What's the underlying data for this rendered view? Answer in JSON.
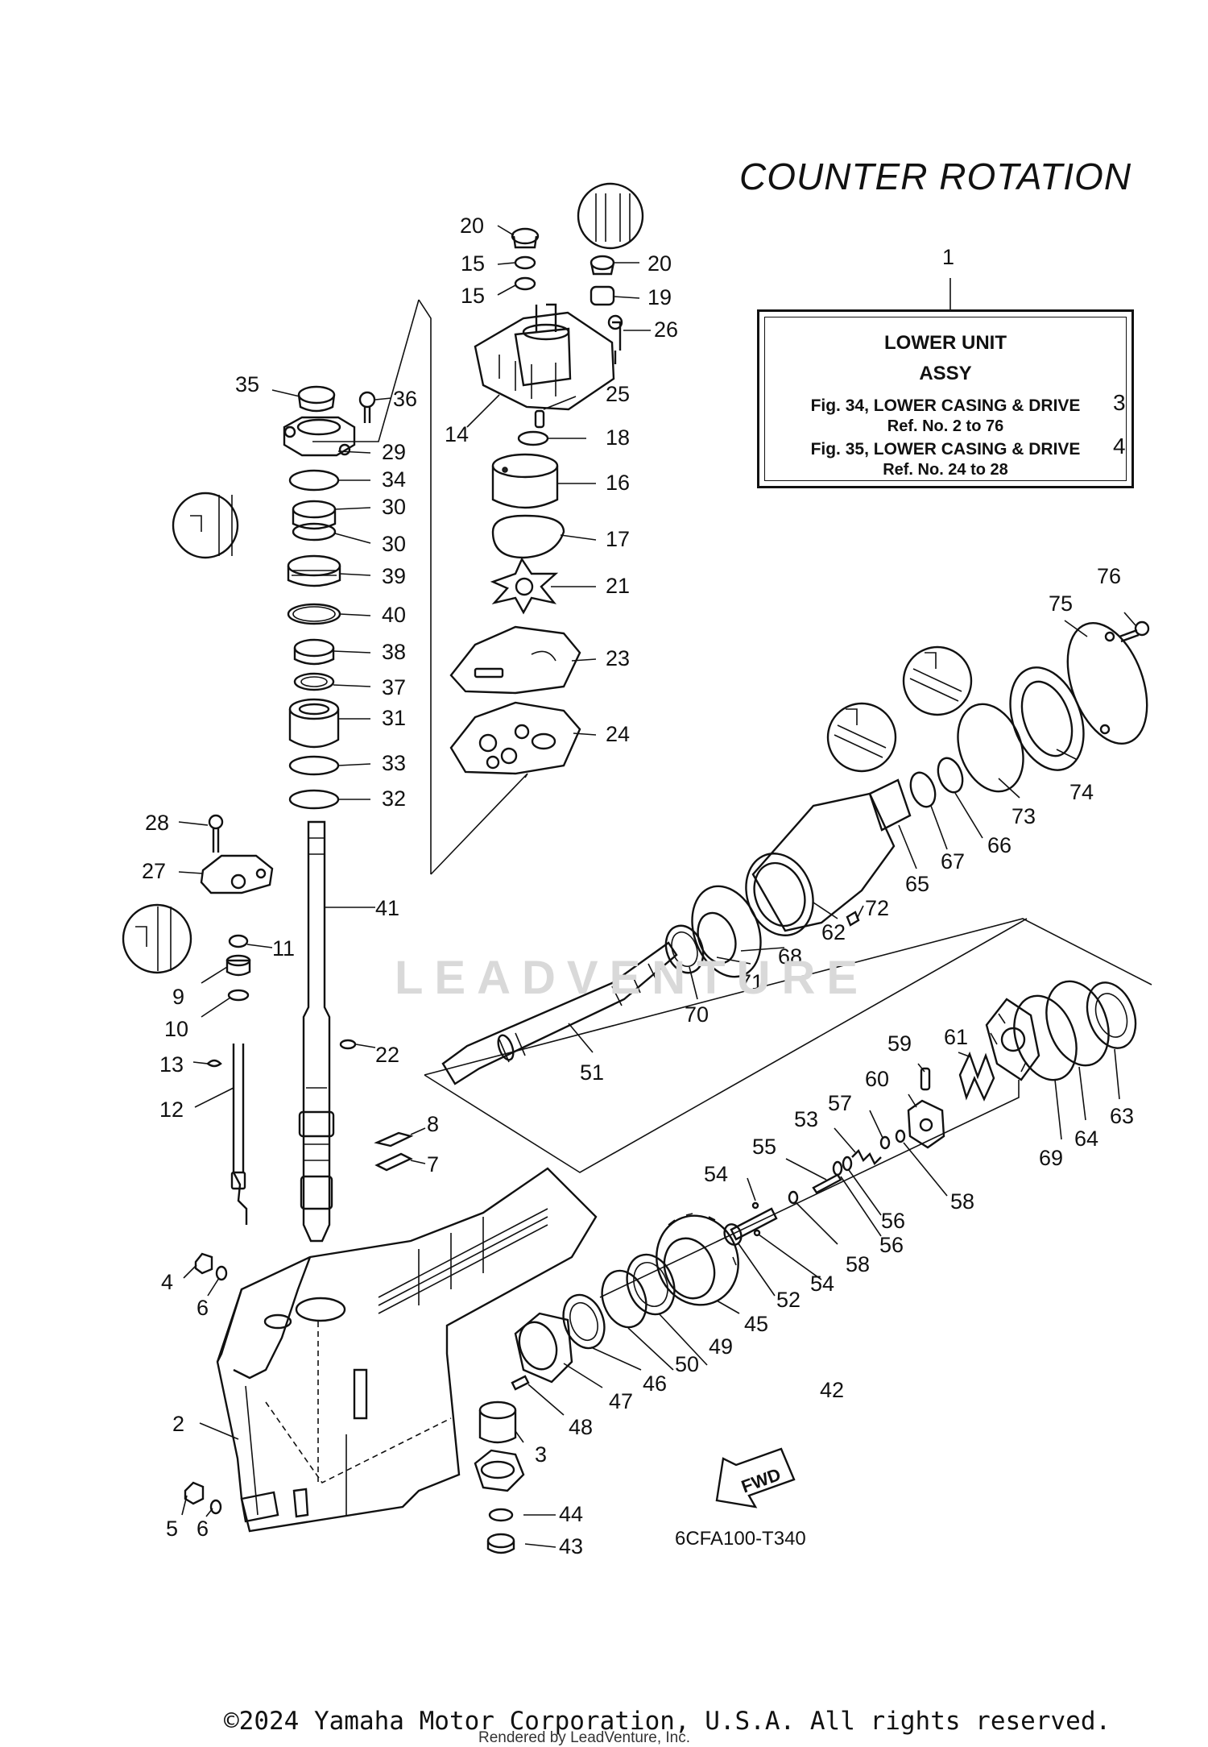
{
  "title": "COUNTER ROTATION",
  "infobox": {
    "ref_number": "1",
    "line1": "LOWER UNIT",
    "line2": "ASSY",
    "line3": "Fig. 34, LOWER CASING & DRIVE",
    "line3_suffix": "3",
    "line4": "Ref. No. 2 to 76",
    "line5": "Fig. 35, LOWER CASING & DRIVE",
    "line5_suffix": "4",
    "line6": "Ref. No. 24 to 28"
  },
  "figure_code": "6CFA100-T340",
  "fwd_label": "FWD",
  "watermark": "LEADVENTURE",
  "copyright": "©2024 Yamaha Motor Corporation, U.S.A. All rights reserved.",
  "rendered_by": "Rendered by LeadVenture, Inc.",
  "callouts": [
    "20",
    "15",
    "15",
    "20",
    "19",
    "26",
    "14",
    "25",
    "18",
    "16",
    "17",
    "21",
    "23",
    "24",
    "35",
    "36",
    "29",
    "34",
    "30",
    "30",
    "39",
    "40",
    "38",
    "37",
    "31",
    "33",
    "32",
    "41",
    "28",
    "27",
    "11",
    "9",
    "10",
    "22",
    "13",
    "12",
    "8",
    "7",
    "4",
    "6",
    "2",
    "5",
    "6",
    "76",
    "75",
    "74",
    "73",
    "66",
    "67",
    "65",
    "72",
    "62",
    "68",
    "71",
    "70",
    "51",
    "59",
    "61",
    "60",
    "57",
    "53",
    "55",
    "54",
    "58",
    "56",
    "56",
    "58",
    "54",
    "52",
    "45",
    "49",
    "50",
    "46",
    "47",
    "48",
    "3",
    "42",
    "69",
    "64",
    "63",
    "44",
    "43"
  ]
}
